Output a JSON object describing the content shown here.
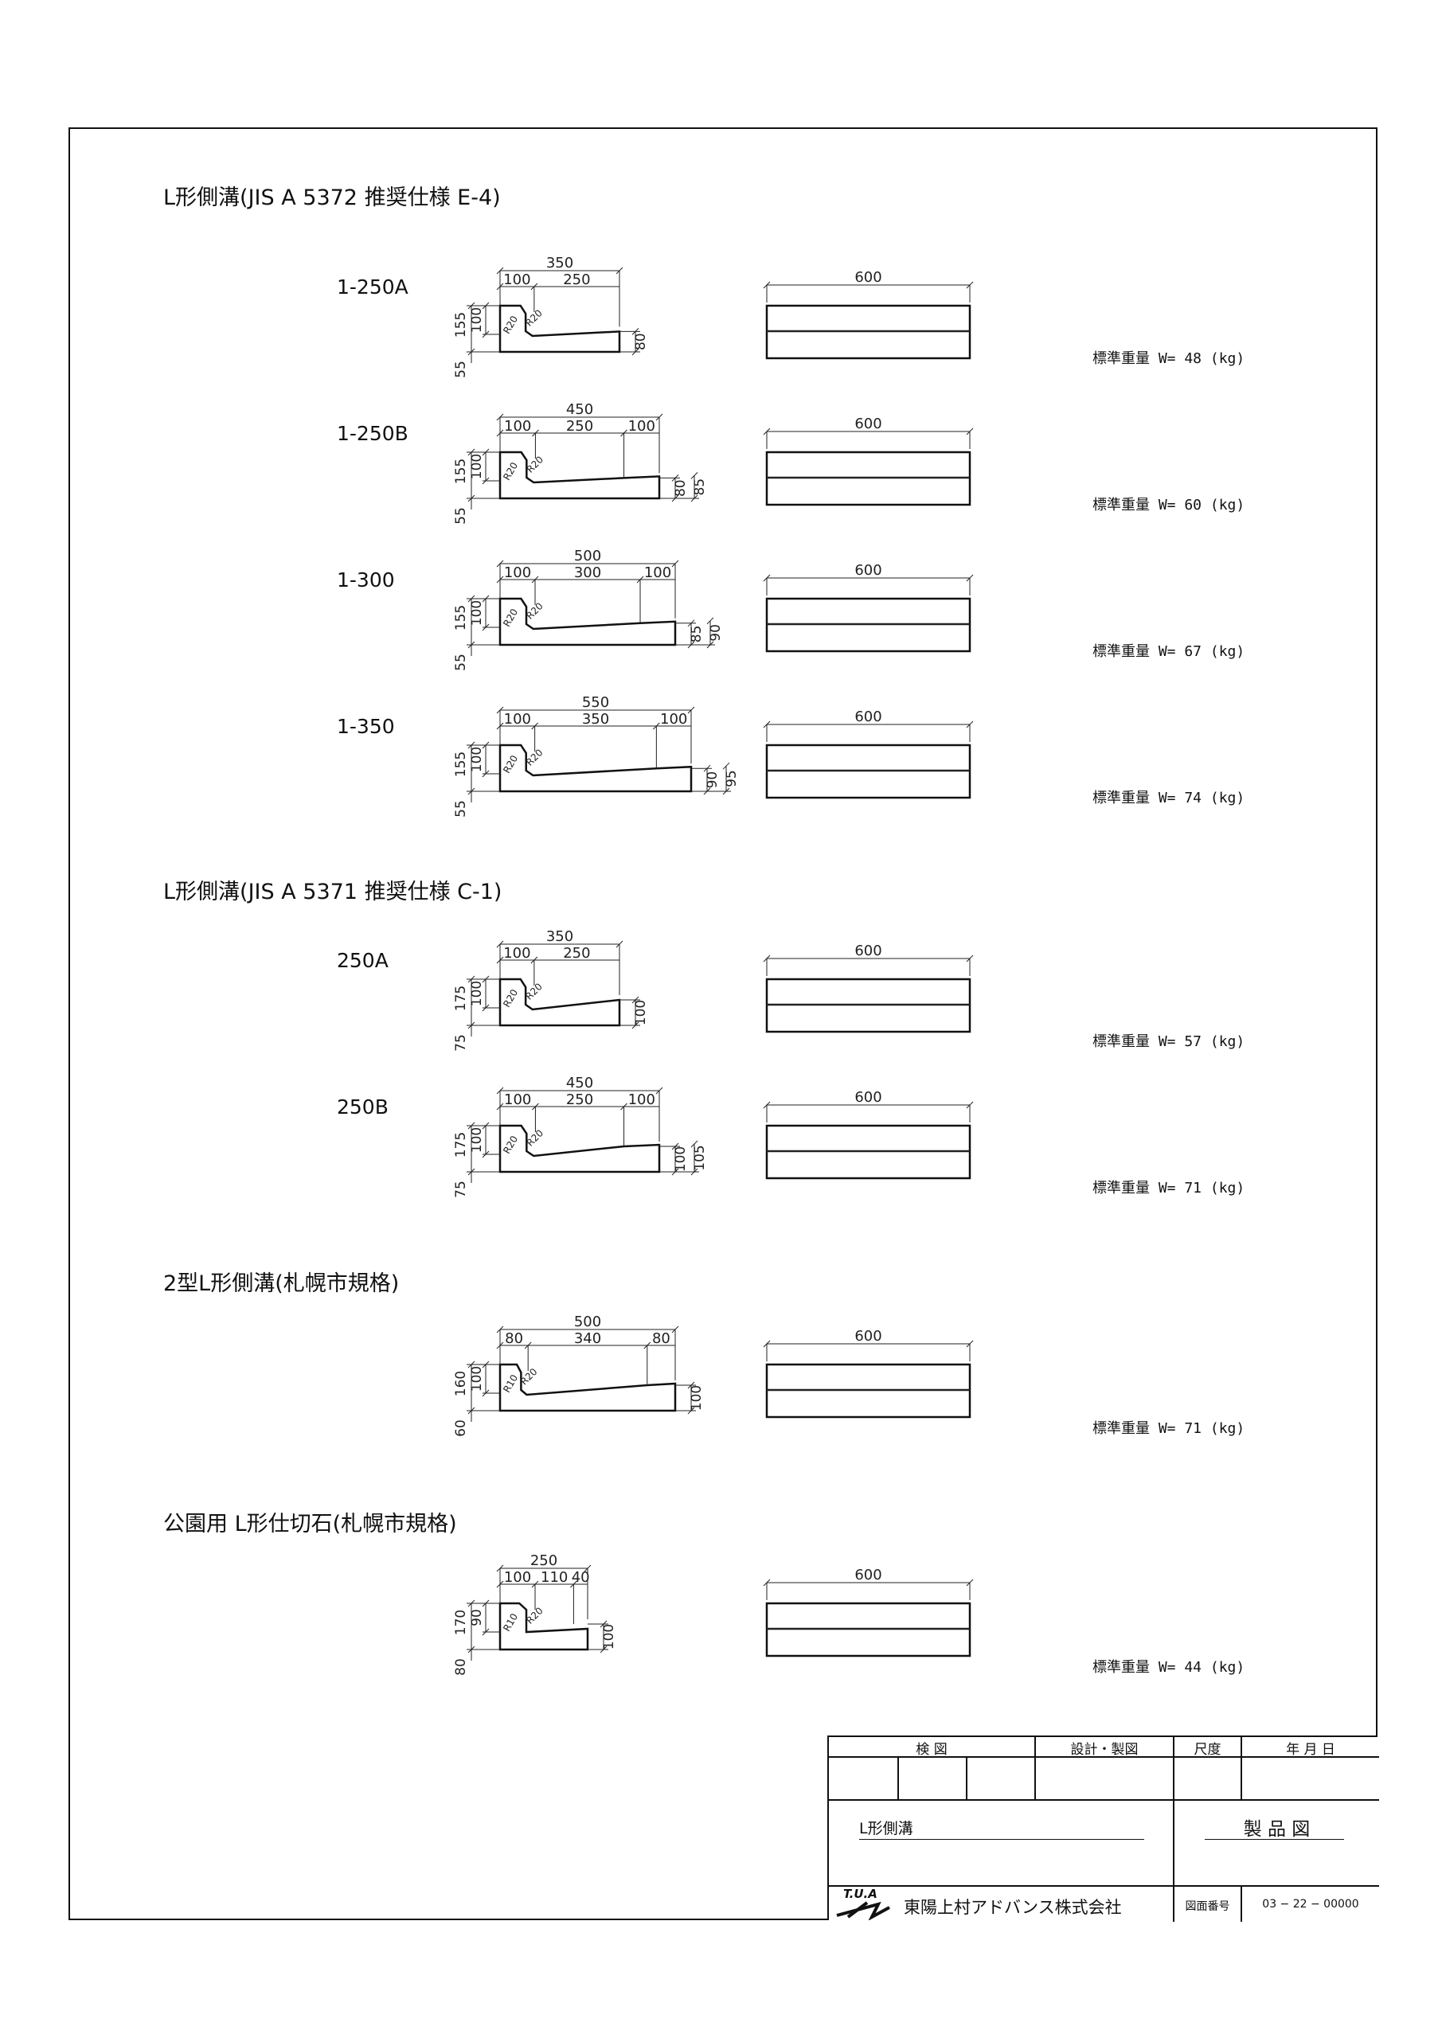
{
  "sections": [
    {
      "title": "L形側溝(JIS A 5372 推奨仕様 E-4)"
    },
    {
      "title": "L形側溝(JIS A 5371 推奨仕様 C-1)"
    },
    {
      "title": "2型L形側溝(札幌市規格)"
    },
    {
      "title": "公園用 L形仕切石(札幌市規格)"
    }
  ],
  "products": [
    {
      "code": "1-250A",
      "weight": "標準重量 W= 48 (kg)",
      "dims": {
        "total": "350",
        "seg1": "100",
        "seg2": "250",
        "seg3": "",
        "h_total": "155",
        "h_upper": "100",
        "h_lower": "55",
        "right1": "80",
        "right2": "",
        "r1": "R20",
        "r2": "R20"
      },
      "length": "600"
    },
    {
      "code": "1-250B",
      "weight": "標準重量 W= 60 (kg)",
      "dims": {
        "total": "450",
        "seg1": "100",
        "seg2": "250",
        "seg3": "100",
        "h_total": "155",
        "h_upper": "100",
        "h_lower": "55",
        "right1": "80",
        "right2": "85",
        "r1": "R20",
        "r2": "R20"
      },
      "length": "600"
    },
    {
      "code": "1-300",
      "weight": "標準重量 W= 67 (kg)",
      "dims": {
        "total": "500",
        "seg1": "100",
        "seg2": "300",
        "seg3": "100",
        "h_total": "155",
        "h_upper": "100",
        "h_lower": "55",
        "right1": "85",
        "right2": "90",
        "r1": "R20",
        "r2": "R20"
      },
      "length": "600"
    },
    {
      "code": "1-350",
      "weight": "標準重量 W= 74 (kg)",
      "dims": {
        "total": "550",
        "seg1": "100",
        "seg2": "350",
        "seg3": "100",
        "h_total": "155",
        "h_upper": "100",
        "h_lower": "55",
        "right1": "90",
        "right2": "95",
        "r1": "R20",
        "r2": "R20"
      },
      "length": "600"
    },
    {
      "code": "250A",
      "weight": "標準重量 W= 57 (kg)",
      "dims": {
        "total": "350",
        "seg1": "100",
        "seg2": "250",
        "seg3": "",
        "h_total": "175",
        "h_upper": "100",
        "h_lower": "75",
        "right1": "100",
        "right2": "",
        "r1": "R20",
        "r2": "R20"
      },
      "length": "600"
    },
    {
      "code": "250B",
      "weight": "標準重量 W= 71 (kg)",
      "dims": {
        "total": "450",
        "seg1": "100",
        "seg2": "250",
        "seg3": "100",
        "h_total": "175",
        "h_upper": "100",
        "h_lower": "75",
        "right1": "100",
        "right2": "105",
        "r1": "R20",
        "r2": "R20"
      },
      "length": "600"
    },
    {
      "code": "",
      "weight": "標準重量 W= 71 (kg)",
      "dims": {
        "total": "500",
        "seg1": "80",
        "seg2": "340",
        "seg3": "80",
        "h_total": "160",
        "h_upper": "100",
        "h_lower": "60",
        "right1": "100",
        "right2": "",
        "r1": "R10",
        "r2": "R20"
      },
      "length": "600"
    },
    {
      "code": "",
      "weight": "標準重量 W= 44 (kg)",
      "dims": {
        "total": "250",
        "seg1": "100",
        "seg2": "110",
        "seg3": "40",
        "h_total": "170",
        "h_upper": "90",
        "h_lower": "80",
        "right1": "100",
        "right2": "",
        "r1": "R10",
        "r2": "R20"
      },
      "length": "600"
    }
  ],
  "title_block": {
    "check_label": "検 図",
    "design_label": "設計・製図",
    "scale_label": "尺度",
    "date_label": "年 月 日",
    "drawing_name": "L形側溝",
    "drawing_type": "製 品 図",
    "logo_text": "T.U.A",
    "company": "東陽上村アドバンス株式会社",
    "number_label": "図面番号",
    "number": "03 − 22 − 00000"
  }
}
